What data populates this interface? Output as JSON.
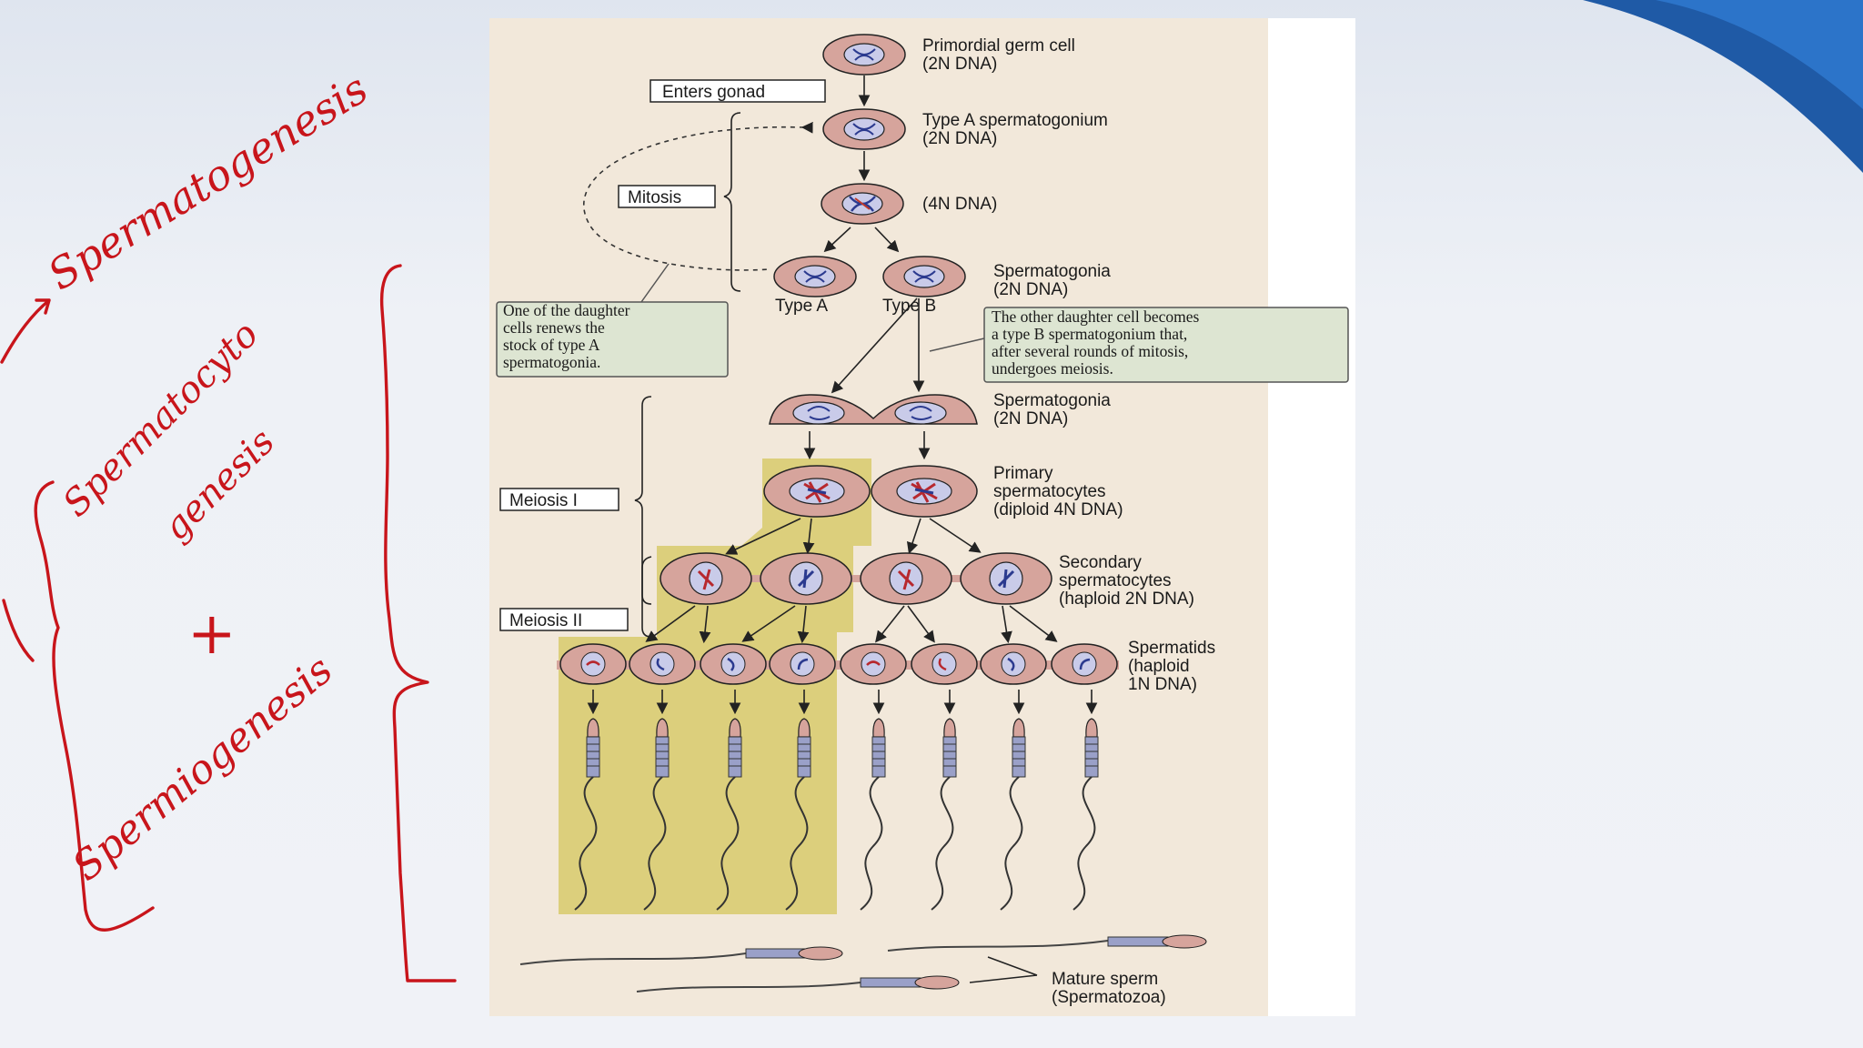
{
  "diagram": {
    "labels": {
      "primordial": [
        "Primordial germ cell",
        "(2N DNA)"
      ],
      "enters_gonad": "Enters gonad",
      "type_a_sg": [
        "Type A spermatogonium",
        "(2N DNA)"
      ],
      "mitosis": "Mitosis",
      "dna_4n": "(4N DNA)",
      "spermatogonia_1": [
        "Spermatogonia",
        "(2N DNA)"
      ],
      "type_a": "Type A",
      "type_b": "Type B",
      "renew_note": [
        "One of the daughter",
        "cells renews the",
        "stock of type A",
        "spermatogonia."
      ],
      "other_note": [
        "The other daughter cell becomes",
        "a type B spermatogonium that,",
        "after several rounds of mitosis,",
        "undergoes meiosis."
      ],
      "spermatogonia_2": [
        "Spermatogonia",
        "(2N DNA)"
      ],
      "meiosis_1": "Meiosis I",
      "primary": [
        "Primary",
        "spermatocytes",
        "(diploid 4N DNA)"
      ],
      "secondary": [
        "Secondary",
        "spermatocytes",
        "(haploid 2N DNA)"
      ],
      "meiosis_2": "Meiosis II",
      "spermatids": [
        "Spermatids",
        "(haploid",
        "1N DNA)"
      ],
      "mature": [
        "Mature sperm",
        "(Spermatozoa)"
      ]
    },
    "colors": {
      "panel_bg": "#f2e8da",
      "highlight": "#dccf7c",
      "cell_fill": "#d6a49c",
      "nucleus_fill": "#c9cbe9",
      "note_fill": "#dde5d2",
      "annotation_ink": "#c8151b"
    }
  },
  "annotations": {
    "spermatogenesis": "Spermatogenesis",
    "spermatocytogenesis": [
      "Spermatocyto",
      "genesis"
    ],
    "plus": "+",
    "spermiogenesis": "Spermiogenesis"
  }
}
